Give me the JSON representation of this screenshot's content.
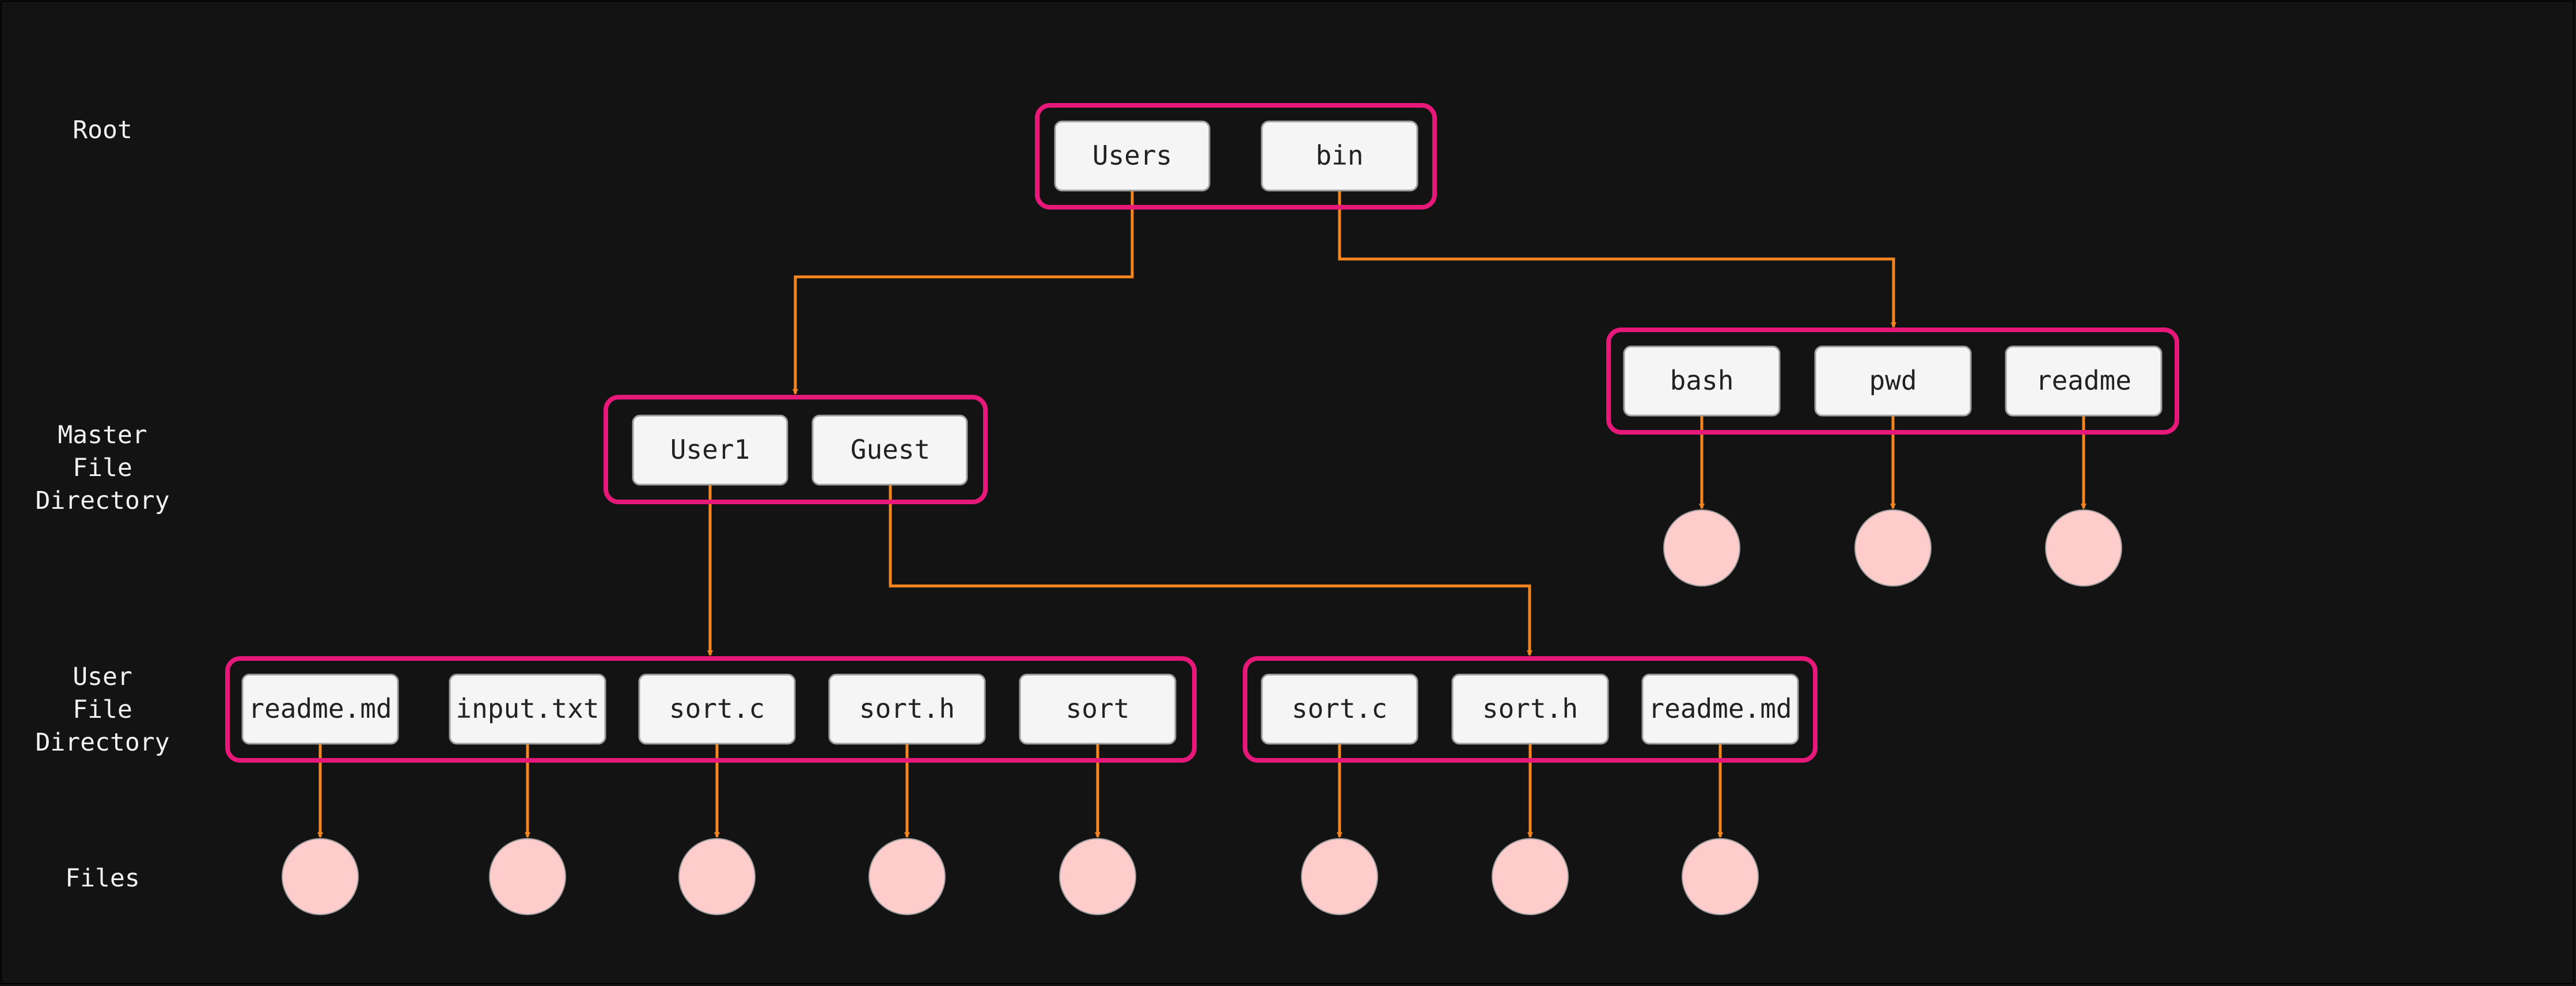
{
  "levels": {
    "root": [
      "Root"
    ],
    "mfd": [
      "Master",
      "File",
      "Directory"
    ],
    "ufd": [
      "User",
      "File",
      "Directory"
    ],
    "files": [
      "Files"
    ]
  },
  "root_dir": {
    "users": "Users",
    "bin": "bin"
  },
  "bin_dir": {
    "bash": "bash",
    "pwd": "pwd",
    "readme": "readme"
  },
  "master_dir": {
    "user1": "User1",
    "guest": "Guest"
  },
  "user1_dir": {
    "readme_md": "readme.md",
    "input_txt": "input.txt",
    "sort_c": "sort.c",
    "sort_h": "sort.h",
    "sort": "sort"
  },
  "guest_dir": {
    "sort_c": "sort.c",
    "sort_h": "sort.h",
    "readme_md": "readme.md"
  },
  "colors": {
    "background": "#131313",
    "directory_border": "#e6187a",
    "entry_fill": "#f5f5f5",
    "entry_border": "#9e9e9e",
    "arrow": "#f5861f",
    "file_node": "#ffcccc"
  }
}
